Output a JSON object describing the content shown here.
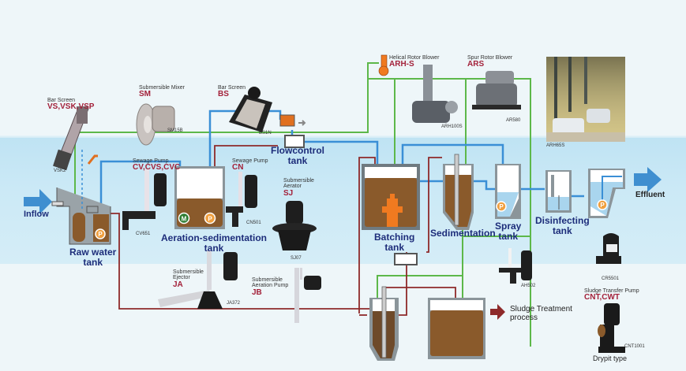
{
  "diagram": {
    "inflow_label": "Inflow",
    "effluent_label": "Effluent",
    "sludge_label": "Sludge Treatment\nprocess",
    "tanks": {
      "raw_water": "Raw water\ntank",
      "aeration": "Aeration-sedimentation\ntank",
      "flowcontrol": "Flowcontrol\ntank",
      "batching": "Batching\ntank",
      "sedimentation": "Sedimentation",
      "spray": "Spray\ntank",
      "disinfecting": "Disinfecting\ntank"
    },
    "equipment": [
      {
        "id": "bar-screen-vs",
        "category": "Bar Screen",
        "code": "VS,VSK,VSP",
        "model": "VSK2"
      },
      {
        "id": "submersible-mixer",
        "category": "Submersible Mixer",
        "code": "SM",
        "model": "SM15B"
      },
      {
        "id": "bar-screen-bs",
        "category": "Bar Screen",
        "code": "BS",
        "model": "BS1N"
      },
      {
        "id": "sewage-pump-cv",
        "category": "Sewage Pump",
        "code": "CV,CVS,CVC",
        "model": "CV651"
      },
      {
        "id": "sewage-pump-cn",
        "category": "Sewage Pump",
        "code": "CN",
        "model": "CN501"
      },
      {
        "id": "submersible-aerator",
        "category": "Submersible\nAerator",
        "code": "SJ",
        "model": "SJ07"
      },
      {
        "id": "submersible-ejector",
        "category": "Submersible\nEjector",
        "code": "JA",
        "model": "JA372"
      },
      {
        "id": "submersible-aeration-pump",
        "category": "Submersible\nAeration Pump",
        "code": "JB",
        "model": ""
      },
      {
        "id": "helical-rotor-blower",
        "category": "Helical Rotor Blower",
        "code": "ARH-S",
        "model": "ARH100S"
      },
      {
        "id": "spur-rotor-blower",
        "category": "Spur Rotor Blower",
        "code": "ARS",
        "model": "AR580"
      },
      {
        "id": "blower-room-photo",
        "category": "",
        "code": "",
        "model": "ARH65S"
      },
      {
        "id": "sludge-pump-ah",
        "category": "",
        "code": "",
        "model": "AH502"
      },
      {
        "id": "pump-cr",
        "category": "",
        "code": "",
        "model": "CR5501"
      },
      {
        "id": "sludge-transfer-pump",
        "category": "Sludge Transfer Pump",
        "code": "CNT,CWT",
        "model": "CNT1001"
      }
    ],
    "drypit_label": "Drypit type",
    "badges": {
      "motor": "M",
      "pump": "P"
    },
    "colors": {
      "water_line": "#3a8fd6",
      "air_line": "#5db84a",
      "sludge_line": "#8e2a2a",
      "tank_label": "#1d2d7a",
      "code_text": "#a3213a",
      "sludge_fill": "#8a5a2b",
      "water_fill": "#a9d5ee",
      "pump_badge": "#f0a040",
      "motor_badge": "#2e7d32"
    }
  }
}
